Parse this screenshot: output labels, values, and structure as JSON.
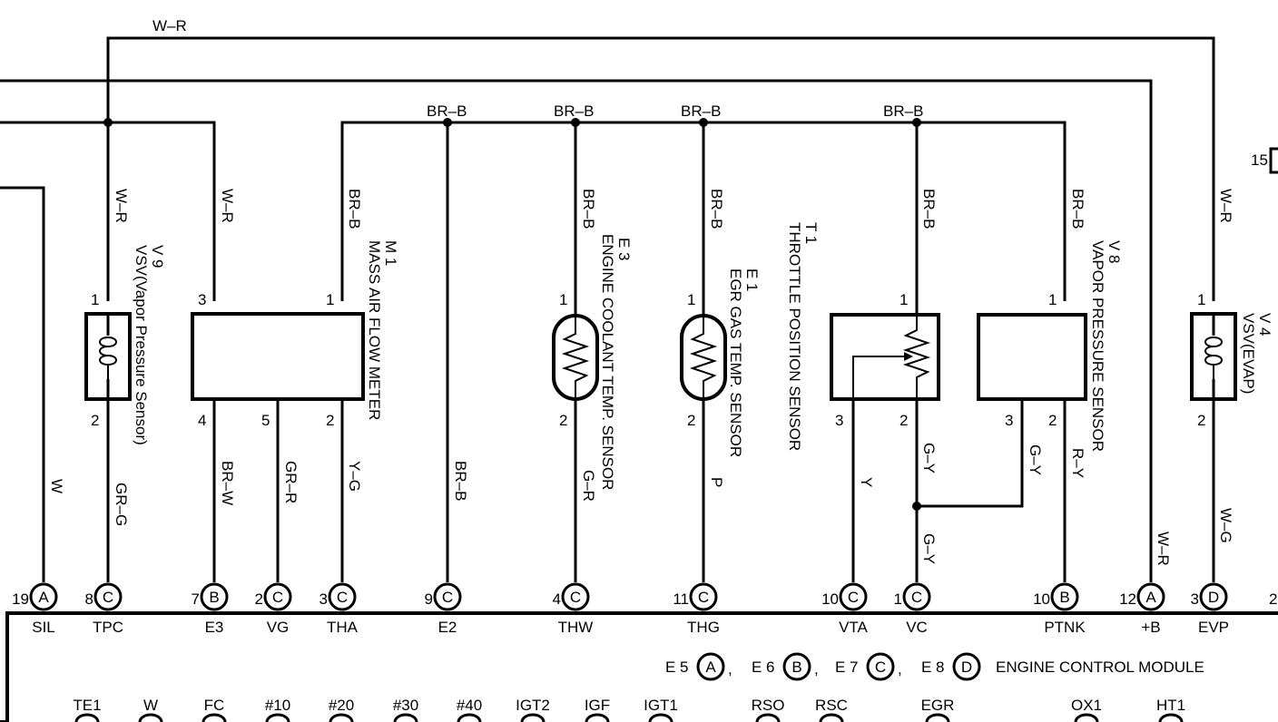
{
  "top_wires": {
    "wr_top": "W–R",
    "brb_1": "BR–B",
    "brb_2": "BR–B",
    "brb_3": "BR–B",
    "brb_4": "BR–B"
  },
  "wire_labels": {
    "v9_up": "W–R",
    "m1_3": "W–R",
    "m1_1": "BR–B",
    "e3_up": "BR–B",
    "e1_up": "BR–B",
    "t1_up": "BR–B",
    "v8_up": "BR–B",
    "v4_up": "W–R",
    "sil": "W",
    "tpc": "GR–G",
    "e3_low": "BR–W",
    "vg": "GR–R",
    "tha": "Y–G",
    "e2": "BR–B",
    "thw": "G–R",
    "thg": "P",
    "vta": "Y",
    "vc1": "G–Y",
    "vc2": "G–Y",
    "v8_3": "G–Y",
    "ptnk": "R–Y",
    "plusb": "W–R",
    "evp": "W–G"
  },
  "components": {
    "v9": {
      "ref": "V 9",
      "name": "VSV(Vapor Pressure Sensor)"
    },
    "m1": {
      "ref": "M 1",
      "name": "MASS AIR FLOW METER"
    },
    "e3": {
      "ref": "E 3",
      "name": "ENGINE COOLANT TEMP.  SENSOR"
    },
    "e1": {
      "ref": "E 1",
      "name": "EGR GAS TEMP.  SENSOR"
    },
    "t1": {
      "ref": "T 1",
      "name": "THROTTLE POSITION SENSOR"
    },
    "v8": {
      "ref": "V 8",
      "name": "VAPOR PRESSURE SENSOR"
    },
    "v4": {
      "ref": "V 4",
      "name": "VSV(EVAP)"
    }
  },
  "pins": {
    "v9_1": "1",
    "v9_2": "2",
    "m1_3": "3",
    "m1_1": "1",
    "m1_4": "4",
    "m1_5": "5",
    "m1_2": "2",
    "e3_1": "1",
    "e3_2": "2",
    "e1_1": "1",
    "e1_2": "2",
    "t1_1": "1",
    "t1_3": "3",
    "t1_2": "2",
    "v8_1": "1",
    "v8_3": "3",
    "v8_2": "2",
    "v4_1": "1",
    "v4_2": "2"
  },
  "side_marks": {
    "conn_15": "15",
    "right_2": "2"
  },
  "ecm_connectors": [
    {
      "num": "19",
      "letter": "A",
      "label": "SIL"
    },
    {
      "num": "8",
      "letter": "C",
      "label": "TPC"
    },
    {
      "num": "7",
      "letter": "B",
      "label": "E3"
    },
    {
      "num": "2",
      "letter": "C",
      "label": "VG"
    },
    {
      "num": "3",
      "letter": "C",
      "label": "THA"
    },
    {
      "num": "9",
      "letter": "C",
      "label": "E2"
    },
    {
      "num": "4",
      "letter": "C",
      "label": "THW"
    },
    {
      "num": "11",
      "letter": "C",
      "label": "THG"
    },
    {
      "num": "10",
      "letter": "C",
      "label": "VTA"
    },
    {
      "num": "1",
      "letter": "C",
      "label": "VC"
    },
    {
      "num": "10",
      "letter": "B",
      "label": "PTNK"
    },
    {
      "num": "12",
      "letter": "A",
      "label": "+B"
    },
    {
      "num": "3",
      "letter": "D",
      "label": "EVP"
    }
  ],
  "ecm_legend": {
    "items": [
      {
        "prefix": "E 5",
        "letter": "A",
        "sep": ","
      },
      {
        "prefix": "E 6",
        "letter": "B",
        "sep": ","
      },
      {
        "prefix": "E 7",
        "letter": "C",
        "sep": ","
      },
      {
        "prefix": "E 8",
        "letter": "D",
        "sep": ""
      }
    ],
    "title": "ENGINE CONTROL MODULE"
  },
  "bottom_terminals": [
    "TE1",
    "W",
    "FC",
    "#10",
    "#20",
    "#30",
    "#40",
    "IGT2",
    "IGF",
    "IGT1",
    "RSO",
    "RSC",
    "EGR",
    "OX1",
    "HT1"
  ]
}
